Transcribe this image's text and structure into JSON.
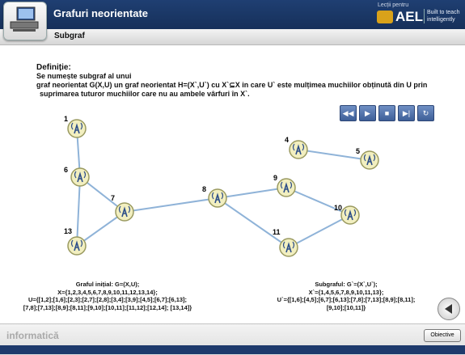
{
  "header": {
    "title": "Grafuri neorientate",
    "ael_small": "Lecții pentru",
    "ael_name": "AEL",
    "ael_tagline_1": "Built to teach",
    "ael_tagline_2": "intelligently"
  },
  "subbar": {
    "label": "Subgraf"
  },
  "definition": {
    "heading": "Definiție:",
    "line1": "Se numește subgraf al unui",
    "line2": "graf neorientat G(X,U) un graf neorientat H=(X`,U`) cu X`⊆X in care U` este mulțimea muchiilor obținută din U prin",
    "line3": "suprimarea tuturor muchiilor care nu au ambele vârfuri în X`."
  },
  "controls": [
    "rewind",
    "play",
    "stop",
    "end",
    "replay"
  ],
  "graph": {
    "nodes": [
      {
        "id": "1",
        "label": "1"
      },
      {
        "id": "4",
        "label": "4"
      },
      {
        "id": "5",
        "label": "5"
      },
      {
        "id": "6",
        "label": "6"
      },
      {
        "id": "7",
        "label": "7"
      },
      {
        "id": "8",
        "label": "8"
      },
      {
        "id": "9",
        "label": "9"
      },
      {
        "id": "10",
        "label": "10"
      },
      {
        "id": "11",
        "label": "11"
      },
      {
        "id": "13",
        "label": "13"
      }
    ],
    "edges": [
      [
        "1",
        "6"
      ],
      [
        "6",
        "7"
      ],
      [
        "6",
        "13"
      ],
      [
        "7",
        "13"
      ],
      [
        "7",
        "8"
      ],
      [
        "8",
        "9"
      ],
      [
        "8",
        "11"
      ],
      [
        "9",
        "10"
      ],
      [
        "10",
        "11"
      ],
      [
        "4",
        "5"
      ]
    ]
  },
  "left_info": {
    "title": "Graful inițial: G=(X,U);",
    "line1": "X={1,2,3,4,5,6,7,8,9,10,11,12,13,14};",
    "line2": "U={[1,2];[1,6];[2,3];[2,7];[2,8];[3,4];[3,9];[4,5];[6,7];[6,13];",
    "line3": "[7,8];[7,13];[8,9];[8,11];[9,10];[10,11];[11,12];[12,14]; [13,14]}"
  },
  "right_info": {
    "title": "Subgraful: G`=(X`,U`);",
    "line1": "X`={1,4,5,6,7,8,9,10,11,13};",
    "line2": "U`={[1,6];[4,5];[6,7];[6,13];[7,8];[7,13];[8,9];[8,11];",
    "line3": "[9,10];[10,11]}"
  },
  "footer": {
    "brand": "informatică",
    "objectives_label": "Obiective"
  },
  "colors": {
    "header_bg": "#1f3f72",
    "node_fill": "#f2efc0",
    "node_stroke": "#9a9a60",
    "edge": "#8fb3d8",
    "ctrl": "#4e6fa8"
  }
}
